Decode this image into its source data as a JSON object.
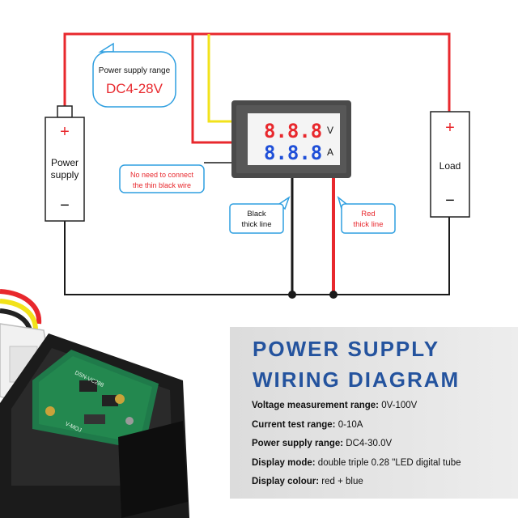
{
  "diagram": {
    "power_supply": {
      "plus": "+",
      "label_line1": "Power",
      "label_line2": "supply",
      "minus": "−"
    },
    "load": {
      "plus": "+",
      "label": "Load",
      "minus": "−"
    },
    "callouts": {
      "supply_range_title": "Power supply range",
      "supply_range_value": "DC4-28V",
      "thin_wire_line1": "No need to connect",
      "thin_wire_line2": "the thin black wire",
      "black_line1": "Black",
      "black_line2": "thick line",
      "red_line1": "Red",
      "red_line2": "thick line"
    },
    "meter": {
      "volt_digits": "8.8.8",
      "amp_digits": "8.8.8",
      "volt_unit": "V",
      "amp_unit": "A"
    }
  },
  "board": {
    "marking1": "DSN-VC288",
    "marking2": "V-MOJ"
  },
  "specs": {
    "title_line1": "POWER SUPPLY",
    "title_line2": "WIRING DIAGRAM",
    "rows": [
      {
        "label": "Voltage measurement range:",
        "value": " 0V-100V"
      },
      {
        "label": "Current test range:",
        "value": " 0-10A"
      },
      {
        "label": "Power supply range:",
        "value": " DC4-30.0V"
      },
      {
        "label": "Display mode:",
        "value": " double triple 0.28 \"LED digital tube"
      },
      {
        "label": "Display colour:",
        "value": " red + blue"
      }
    ]
  },
  "colors": {
    "red_wire": "#e8282d",
    "yellow_wire": "#f2e21a",
    "black_wire": "#1a1a1a",
    "volt_digit": "#e8282d",
    "amp_digit": "#1f4fd8",
    "title_blue": "#24539e",
    "callout_border": "#2f9fe0"
  }
}
